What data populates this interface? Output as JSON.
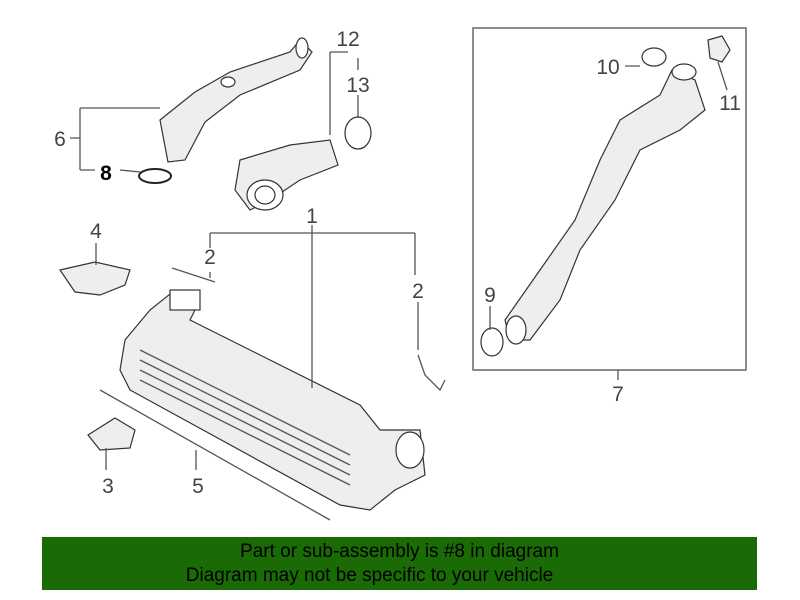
{
  "callouts": {
    "c1": "1",
    "c2a": "2",
    "c2b": "2",
    "c3": "3",
    "c4": "4",
    "c5": "5",
    "c6": "6",
    "c7": "7",
    "c8": "8",
    "c9": "9",
    "c10": "10",
    "c11": "11",
    "c12": "12",
    "c13": "13"
  },
  "highlight_part": "8",
  "banner": {
    "line1": "Part or sub-assembly is #8 in diagram",
    "line2": "Diagram may not be specific to your vehicle",
    "color": "#1a6b06"
  }
}
